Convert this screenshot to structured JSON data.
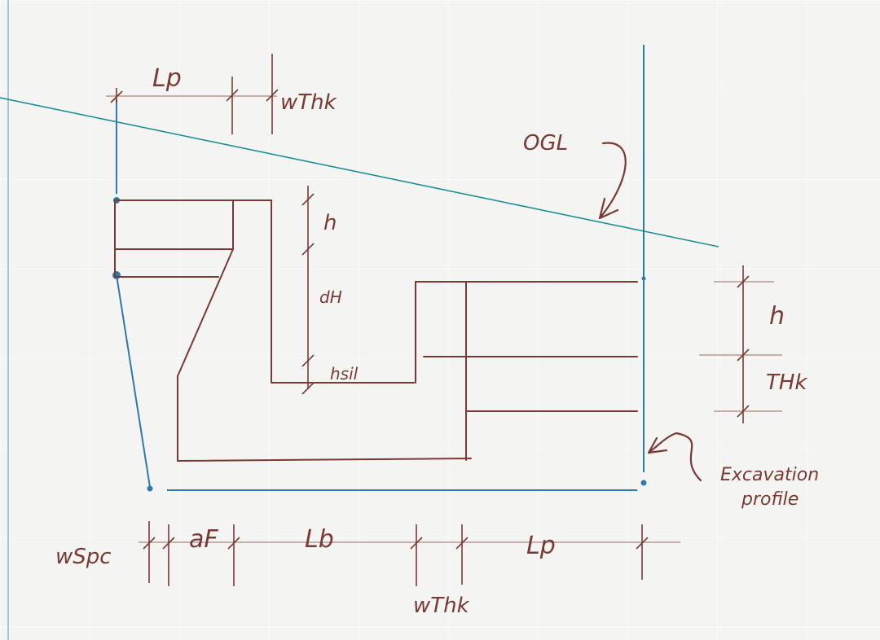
{
  "colors": {
    "paper": "#f4f4f2",
    "ink_red": "#7a3a33",
    "ink_blue": "#2f79ad",
    "ogl_teal": "#1e8f97",
    "grid": "#ffffff"
  },
  "labels": {
    "top_lp": "Lp",
    "top_wthk": "wThk",
    "ogl": "OGL",
    "h_left": "h",
    "dh": "dH",
    "hsil": "hsil",
    "h_right": "h",
    "thk": "THk",
    "excavation_line1": "Excavation",
    "excavation_line2": "profile",
    "wspc": "wSpc",
    "af": "aF",
    "lb": "Lb",
    "lp_bottom": "Lp",
    "wthk_bottom": "wThk"
  }
}
